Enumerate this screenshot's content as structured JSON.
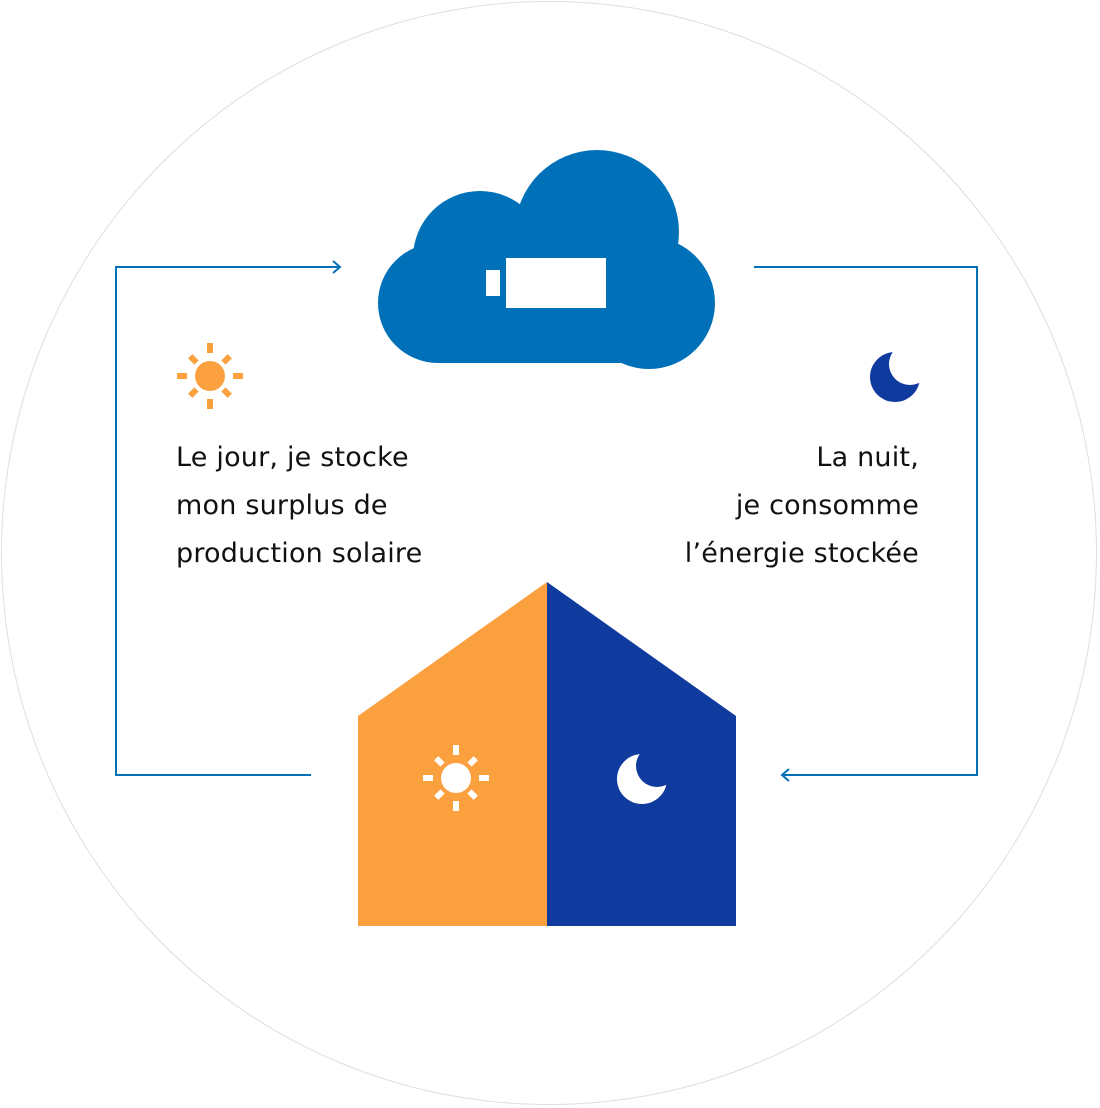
{
  "colors": {
    "cloud": "#0070b8",
    "arrow": "#0070b8",
    "sun": "#fba03f",
    "night": "#0f3a9e",
    "house_day": "#fba03f",
    "house_night": "#0f3a9e",
    "text": "#111111",
    "background": "#ffffff"
  },
  "icons": {
    "cloud": "cloud-battery-icon",
    "day": "sun-icon",
    "night": "moon-icon",
    "house": "house-icon"
  },
  "day_caption": {
    "lines": [
      "Le jour, je stocke",
      "mon surplus de",
      "production solaire"
    ]
  },
  "night_caption": {
    "lines": [
      "La nuit,",
      "je consomme",
      "l’énergie stockée"
    ]
  }
}
